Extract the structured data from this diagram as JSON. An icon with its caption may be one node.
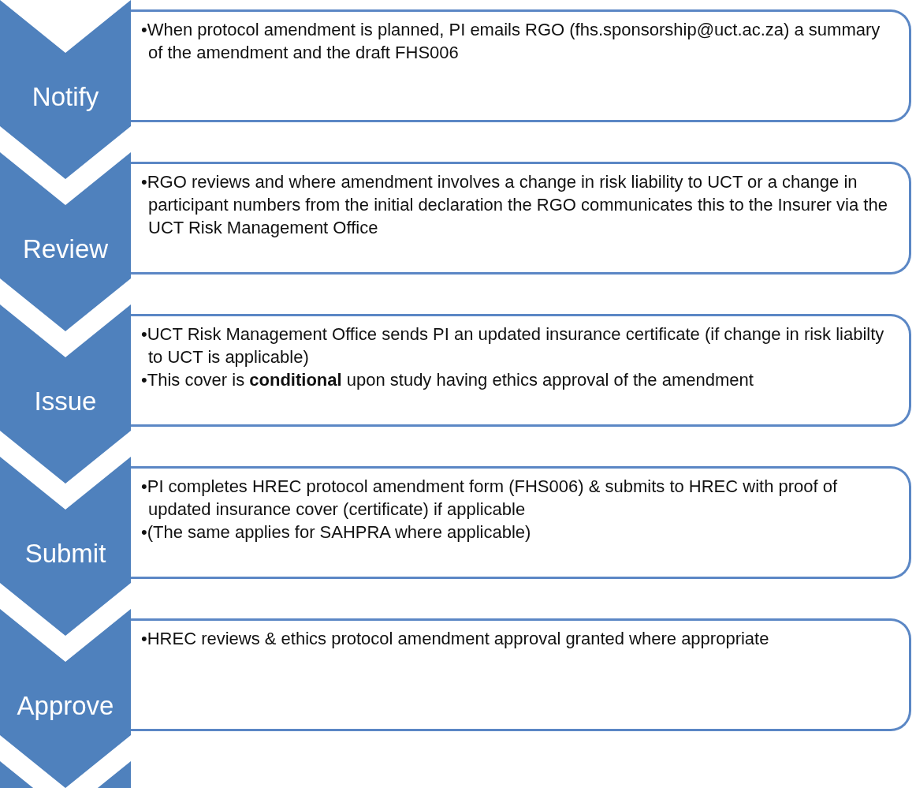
{
  "diagram": {
    "nodes": [
      {
        "text": [
          "Notify"
        ]
      },
      {
        "text": [
          "•When protocol amendment is planned, PI emails RGO (fhs.sponsorship@uct.ac.za) a summary of the amendment and the draft FHS006"
        ]
      },
      {
        "text": [
          "Review"
        ]
      },
      {
        "text": [
          "•RGO reviews and where amendment involves a change in risk liability to UCT or a change in participant numbers  from the initial declaration the  RGO communicates this to the Insurer via the UCT Risk Management Office"
        ]
      },
      {
        "text": [
          "Issue"
        ]
      },
      {
        "text": [
          "•UCT Risk Management Office sends PI an updated insurance certificate (if change in risk liabilty to UCT is applicable)",
          "•This cover is **conditional** upon study having ethics approval of the amendment"
        ]
      },
      {
        "text": [
          "Submit"
        ]
      },
      {
        "text": [
          "•PI completes HREC protocol amendment form (FHS006) & submits to HREC with proof of updated insurance cover (certificate) if applicable",
          "•(The same applies for SAHPRA  where applicable)"
        ]
      },
      {
        "text": [
          "Approve"
        ]
      },
      {
        "text": [
          "•HREC reviews & ethics protocol amendment approval granted where appropriate"
        ]
      },
      {
        "text": [],
        "shape": "chevron"
      }
    ]
  }
}
